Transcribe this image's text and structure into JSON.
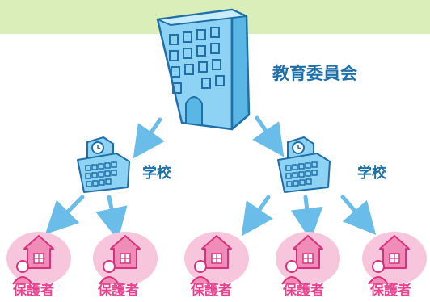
{
  "colors": {
    "band": "#d9eeb9",
    "building_fill": "#8fd3f4",
    "building_side": "#5ab6e4",
    "building_outline": "#1f6fa8",
    "arrow": "#69bde8",
    "text_blue": "#1f6fa8",
    "house_bg": "#f7c6dc",
    "house_fill": "#f08cb8",
    "house_outline": "#d8317d",
    "text_pink": "#e9438f"
  },
  "diagram": {
    "board": {
      "label": "教育委員会",
      "icon": "office-building-icon"
    },
    "schools": [
      {
        "label": "学校",
        "icon": "school-building-icon"
      },
      {
        "label": "学校",
        "icon": "school-building-icon"
      }
    ],
    "parents": [
      {
        "label": "保護者",
        "icon": "house-parent-icon"
      },
      {
        "label": "保護者",
        "icon": "house-parent-icon"
      },
      {
        "label": "保護者",
        "icon": "house-parent-icon"
      },
      {
        "label": "保護者",
        "icon": "house-parent-icon"
      },
      {
        "label": "保護者",
        "icon": "house-parent-icon"
      }
    ]
  }
}
